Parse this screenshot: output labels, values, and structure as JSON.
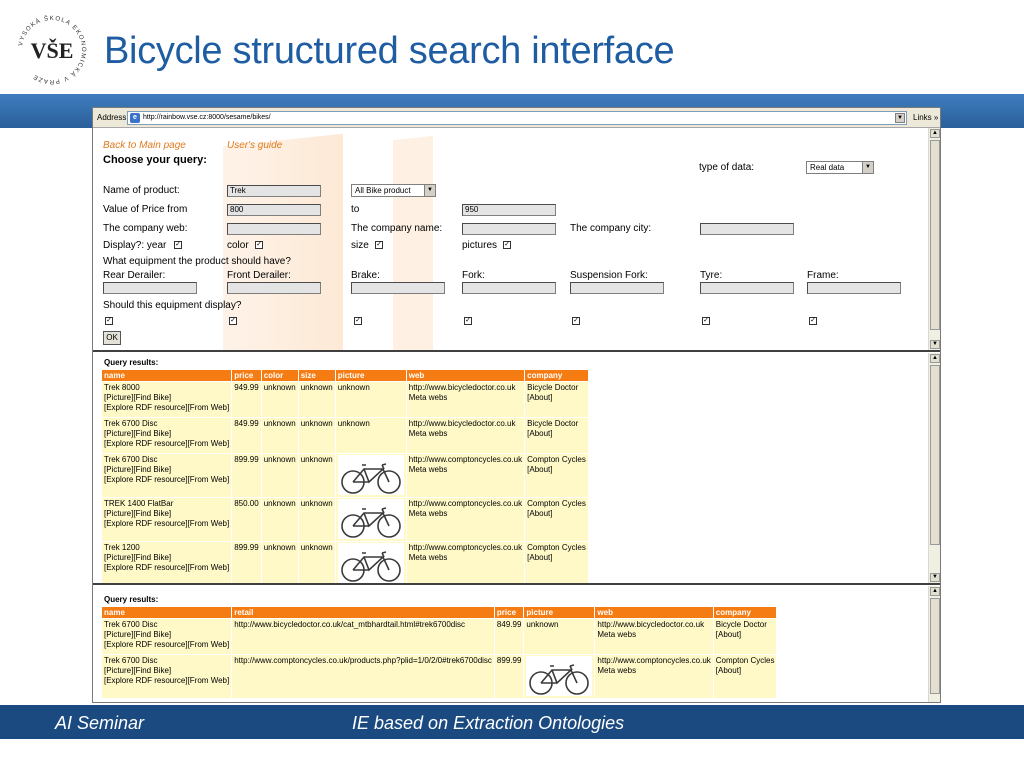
{
  "slide": {
    "title": "Bicycle structured search interface",
    "logo_text": "VŠE",
    "logo_ring_text": "VYSOKÁ ŠKOLA EKONOMICKÁ V PRAZE",
    "footer_left": "AI Seminar",
    "footer_center": "IE based on Extraction Ontologies"
  },
  "browser": {
    "address_label": "Address",
    "url": "http://rainbow.vse.cz:8000/sesame/bikes/",
    "links_label": "Links »"
  },
  "form": {
    "back_link": "Back to Main page",
    "guide_link": "User's guide",
    "choose_label": "Choose your query:",
    "type_of_data_label": "type of data:",
    "type_of_data_value": "Real data",
    "name_label": "Name of product:",
    "name_value": "Trek",
    "category_value": "All Bike product",
    "price_from_label": "Value of Price from",
    "price_from_value": "800",
    "to_label": "to",
    "price_to_value": "950",
    "company_web_label": "The company web:",
    "company_name_label": "The company name:",
    "company_city_label": "The company city:",
    "display_label": "Display?: year",
    "color_label": "color",
    "size_label": "size",
    "pictures_label": "pictures",
    "equipment_question": "What equipment the product should have?",
    "equipment": [
      "Rear Derailer:",
      "Front Derailer:",
      "Brake:",
      "Fork:",
      "Suspension Fork:",
      "Tyre:",
      "Frame:"
    ],
    "equipment_display_question": "Should this equipment display?",
    "ok_label": "OK"
  },
  "results1": {
    "title": "Query results:",
    "headers": [
      "name",
      "price",
      "color",
      "size",
      "picture",
      "web",
      "company"
    ],
    "rows": [
      {
        "name": "Trek 8000",
        "links1": "[Picture][Find Bike]",
        "links2": "[Explore RDF resource][From Web]",
        "price": "949.99",
        "color": "unknown",
        "size": "unknown",
        "picture": "unknown",
        "has_image": false,
        "web": "http://www.bicycledoctor.co.uk",
        "meta": "Meta webs",
        "company": "Bicycle Doctor",
        "about": "[About]"
      },
      {
        "name": "Trek 6700 Disc",
        "links1": "[Picture][Find Bike]",
        "links2": "[Explore RDF resource][From Web]",
        "price": "849.99",
        "color": "unknown",
        "size": "unknown",
        "picture": "unknown",
        "has_image": false,
        "web": "http://www.bicycledoctor.co.uk",
        "meta": "Meta webs",
        "company": "Bicycle Doctor",
        "about": "[About]"
      },
      {
        "name": "Trek 6700 Disc",
        "links1": "[Picture][Find Bike]",
        "links2": "[Explore RDF resource][From Web]",
        "price": "899.99",
        "color": "unknown",
        "size": "unknown",
        "picture": "",
        "has_image": true,
        "web": "http://www.comptoncycles.co.uk",
        "meta": "Meta webs",
        "company": "Compton Cycles",
        "about": "[About]"
      },
      {
        "name": "TREK 1400 FlatBar",
        "links1": "[Picture][Find Bike]",
        "links2": "[Explore RDF resource][From Web]",
        "price": "850.00",
        "color": "unknown",
        "size": "unknown",
        "picture": "",
        "has_image": true,
        "web": "http://www.comptoncycles.co.uk",
        "meta": "Meta webs",
        "company": "Compton Cycles",
        "about": "[About]"
      },
      {
        "name": "Trek 1200",
        "links1": "[Picture][Find Bike]",
        "links2": "[Explore RDF resource][From Web]",
        "price": "899.99",
        "color": "unknown",
        "size": "unknown",
        "picture": "",
        "has_image": true,
        "web": "http://www.comptoncycles.co.uk",
        "meta": "Meta webs",
        "company": "Compton Cycles",
        "about": "[About]"
      }
    ]
  },
  "results2": {
    "title": "Query results:",
    "headers": [
      "name",
      "retail",
      "price",
      "picture",
      "web",
      "company"
    ],
    "rows": [
      {
        "name": "Trek 6700 Disc",
        "links1": "[Picture][Find Bike]",
        "links2": "[Explore RDF resource][From Web]",
        "retail": "http://www.bicycledoctor.co.uk/cat_mtbhardtail.html#trek6700disc",
        "price": "849.99",
        "picture": "unknown",
        "has_image": false,
        "web": "http://www.bicycledoctor.co.uk",
        "meta": "Meta webs",
        "company": "Bicycle Doctor",
        "about": "[About]"
      },
      {
        "name": "Trek 6700 Disc",
        "links1": "[Picture][Find Bike]",
        "links2": "[Explore RDF resource][From Web]",
        "retail": "http://www.comptoncycles.co.uk/products.php?plid=1/0/2/0#trek6700disc",
        "price": "899.99",
        "picture": "",
        "has_image": true,
        "web": "http://www.comptoncycles.co.uk",
        "meta": "Meta webs",
        "company": "Compton Cycles",
        "about": "[About]"
      }
    ]
  },
  "colors": {
    "title_blue": "#1f5da3",
    "band_blue": "#2a5f9a",
    "footer_blue": "#1b4a80",
    "header_orange": "#f57b13",
    "cell_yellow": "#fff9c8",
    "link_orange": "#e07a1f"
  }
}
